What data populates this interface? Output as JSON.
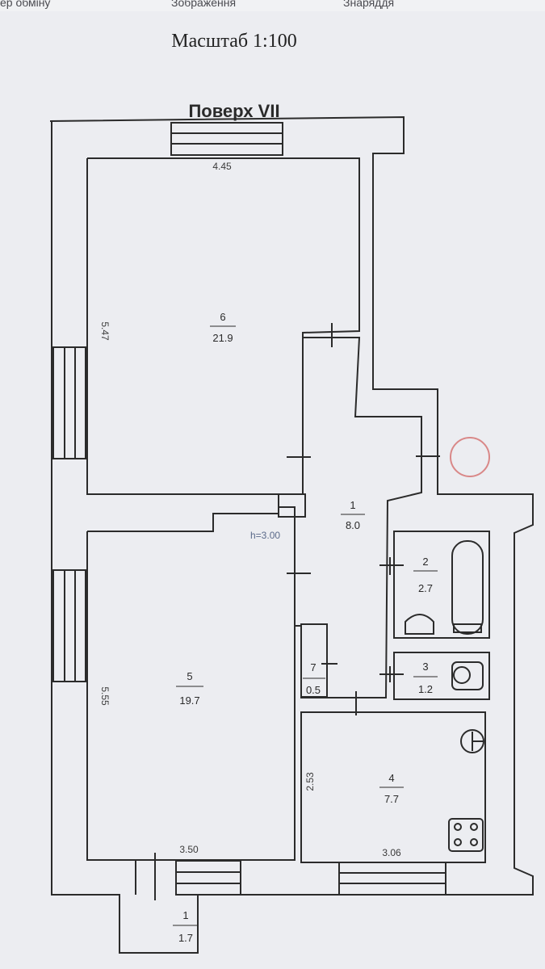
{
  "menu": {
    "items": [
      "ер обміну",
      "Зображення",
      "Знаряддя"
    ]
  },
  "header": {
    "scale": "Масштаб 1:100",
    "floor": "Поверх VII"
  },
  "height_note": "h=3.00",
  "rooms": [
    {
      "number": "1",
      "area": "8.0"
    },
    {
      "number": "2",
      "area": "2.7"
    },
    {
      "number": "3",
      "area": "1.2"
    },
    {
      "number": "4",
      "area": "7.7"
    },
    {
      "number": "5",
      "area": "19.7"
    },
    {
      "number": "6",
      "area": "21.9"
    },
    {
      "number": "7",
      "area": "0.5"
    }
  ],
  "balcony": {
    "number": "1",
    "area": "1.7"
  },
  "dimensions": {
    "room6_width": "4.45",
    "room6_length": "5.47",
    "room5_length": "5.55",
    "room5_width": "3.50",
    "room4_length": "2.53",
    "room4_width": "3.06"
  },
  "colors": {
    "line": "#2b2b2b",
    "background": "#ecedf1",
    "marker": "#d98888",
    "note": "#5b6a8a"
  }
}
